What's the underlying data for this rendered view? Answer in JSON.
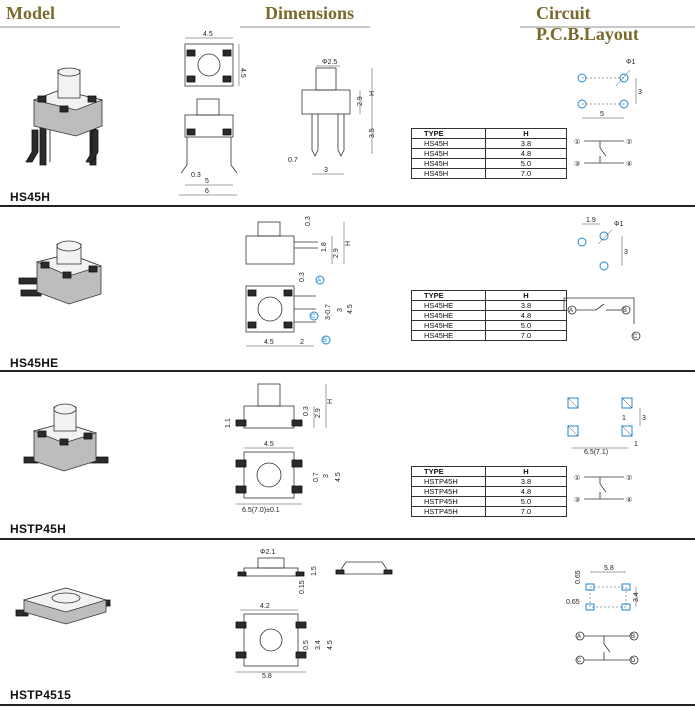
{
  "header": {
    "model": "Model",
    "dimensions": "Dimensions",
    "layout": "Circuit P.C.B.Layout"
  },
  "models": [
    {
      "name": "HS45H",
      "dims": {
        "top_w": "4.5",
        "top_h": "4.5",
        "dia": "Φ2.5",
        "h29": "2.9",
        "hH": "H",
        "h35": "3.5",
        "p07": "0.7",
        "w3": "3",
        "p03": "0.3",
        "w5": "5",
        "w6": "6"
      },
      "table": {
        "head": [
          "TYPE",
          "H"
        ],
        "rows": [
          [
            "HS45H",
            "3.8"
          ],
          [
            "HS45H",
            "4.8"
          ],
          [
            "HS45H",
            "5.0"
          ],
          [
            "HS45H",
            "7.0"
          ]
        ]
      },
      "pcb": {
        "phi": "Φ1",
        "w": "5",
        "h": "3",
        "n1": "①",
        "n2": "②",
        "n3": "③",
        "n4": "④"
      }
    },
    {
      "name": "HS45HE",
      "dims": {
        "d03": "0.3",
        "d18": "1.8",
        "d29": "2.9",
        "dH": "H",
        "d03b": "0.3",
        "d307": "3-0.7",
        "d3": "3",
        "d45": "4.5",
        "w45": "4.5",
        "w2": "2",
        "A": "A",
        "C": "C",
        "B": "B"
      },
      "table": {
        "head": [
          "TYPE",
          "H"
        ],
        "rows": [
          [
            "HS45HE",
            "3.8"
          ],
          [
            "HS45HE",
            "4.8"
          ],
          [
            "HS45HE",
            "5.0"
          ],
          [
            "HS45HE",
            "7.0"
          ]
        ]
      },
      "pcb": {
        "w19": "1.9",
        "phi": "Φ1",
        "h3": "3",
        "A": "A",
        "B": "B",
        "C": "C"
      }
    },
    {
      "name": "HSTP45H",
      "dims": {
        "s03": "0.3",
        "s29": "2.9",
        "sH": "H",
        "s11": "1.1",
        "w45": "4.5",
        "s07": "0.7",
        "s3": "3",
        "s45": "4.5",
        "w65": "6.5(7.0)±0.1"
      },
      "table": {
        "head": [
          "TYPE",
          "H"
        ],
        "rows": [
          [
            "HSTP45H",
            "3.8"
          ],
          [
            "HSTP45H",
            "4.8"
          ],
          [
            "HSTP45H",
            "5.0"
          ],
          [
            "HSTP45H",
            "7.0"
          ]
        ]
      },
      "pcb": {
        "w1": "1",
        "h3": "3",
        "h1": "1",
        "w65": "6.5(7.1)",
        "n1": "①",
        "n2": "②",
        "n3": "③",
        "n4": "④"
      }
    },
    {
      "name": "HSTP4515",
      "dims": {
        "dia": "Φ2.1",
        "s15": "1.5",
        "s015": "0.15",
        "w42": "4.2",
        "s05": "0.5",
        "s34": "3.4",
        "s45": "4.5",
        "w58": "5.8"
      },
      "pcb": {
        "w58": "5.8",
        "s065": "0.65",
        "s065b": "0.65",
        "s34": "3.4",
        "A": "A",
        "B": "B",
        "C": "C",
        "D": "D"
      }
    }
  ]
}
